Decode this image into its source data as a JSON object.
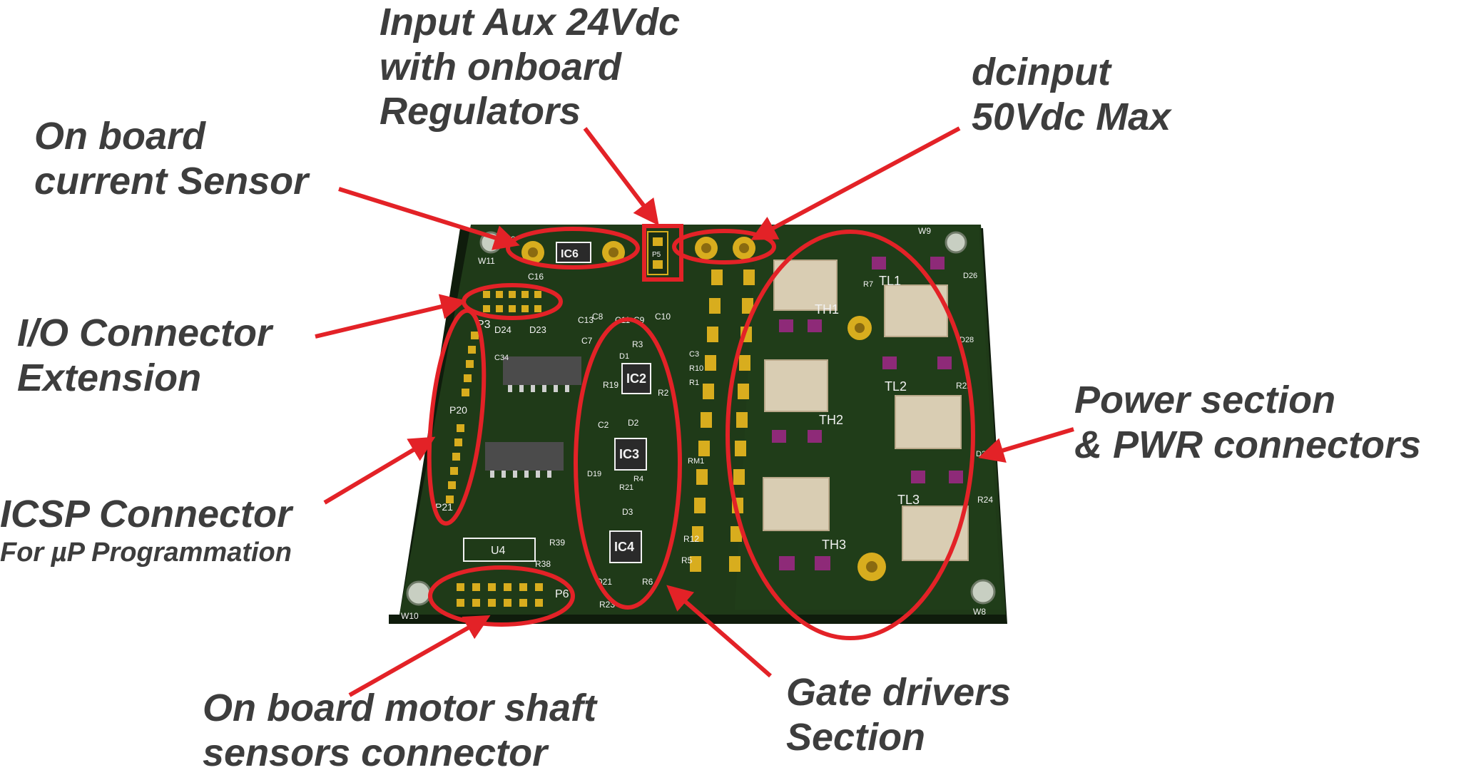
{
  "colors": {
    "annotation": "#e32227",
    "label_text": "#3d3d3d",
    "board": "#1f3a18",
    "board_edge": "#0e1a0b",
    "silkscreen": "#f2f2f2",
    "pad_gold": "#d8ad1e",
    "mosfet_pad": "#8e2a78",
    "ic_body": "#4b4b4b"
  },
  "labels": {
    "current_sensor": {
      "line1": "On board",
      "line2": "current Sensor"
    },
    "aux_input": {
      "line1": "Input Aux 24Vdc",
      "line2": "with onboard",
      "line3": "Regulators"
    },
    "dc_input": {
      "line1": "dcinput",
      "line2": "50Vdc Max"
    },
    "io_connector": {
      "line1": "I/O Connector",
      "line2": "Extension"
    },
    "power_section": {
      "line1": "Power section",
      "line2": "& PWR connectors"
    },
    "icsp": {
      "line1": "ICSP Connector",
      "line2": "For µP Programmation"
    },
    "motor_sensors": {
      "line1": "On board motor shaft",
      "line2": "sensors connector"
    },
    "gate_drivers": {
      "line1": "Gate drivers",
      "line2": "Section"
    }
  },
  "board": {
    "ic": {
      "ic6": "IC6",
      "ic2": "IC2",
      "ic3": "IC3",
      "ic4": "IC4",
      "u4": "U4"
    },
    "mosfets": {
      "th1": "TH1",
      "th2": "TH2",
      "th3": "TH3",
      "tl1": "TL1",
      "tl2": "TL2",
      "tl3": "TL3"
    },
    "connectors": {
      "p3": "P3",
      "p20": "P20",
      "p21": "P21",
      "p5": "P5",
      "p6": "P6"
    },
    "mounting": {
      "w11": "W11",
      "w9": "W9",
      "w10": "W10",
      "w8": "W8"
    },
    "refs": {
      "d23": "D23",
      "d24": "D24",
      "c16": "C16",
      "p8": "P8",
      "c13": "C13",
      "c8": "C8",
      "c11": "C11",
      "c9": "C9",
      "c10": "C10",
      "c7": "C7",
      "r3": "R3",
      "d1": "D1",
      "r19": "R19",
      "r2": "R2",
      "d2": "D2",
      "c2": "C2",
      "d19": "D19",
      "r21": "R21",
      "r4": "R4",
      "d3": "D3",
      "d21": "D21",
      "r6": "R6",
      "r23": "R23",
      "r38": "R38",
      "r39": "R39",
      "r12": "R12",
      "r5": "R5",
      "r22": "R22",
      "r24": "R24",
      "d26": "D26",
      "d27": "D27",
      "r7": "R7",
      "r10": "R10",
      "r1": "R1",
      "c3": "C3",
      "rm1": "RM1",
      "c34": "C34",
      "d28": "D28"
    }
  }
}
